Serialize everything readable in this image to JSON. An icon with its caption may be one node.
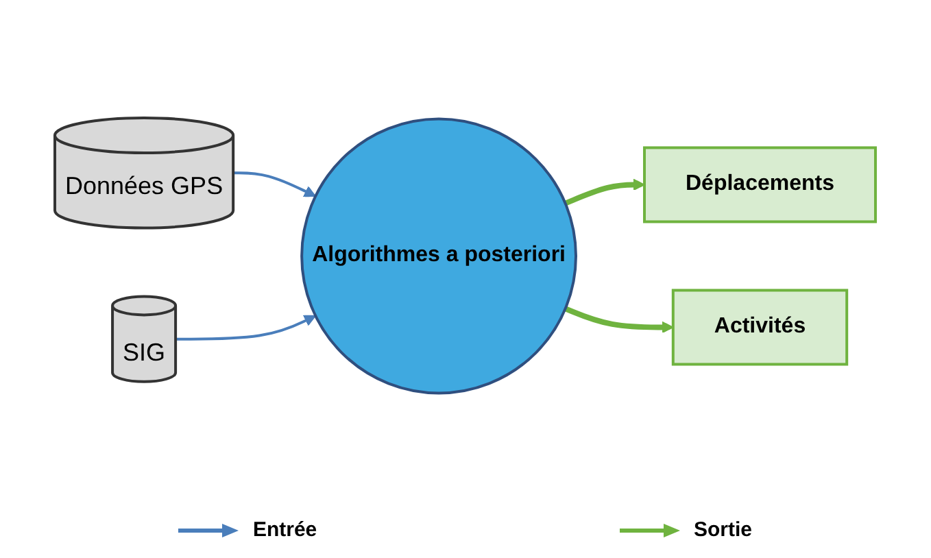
{
  "diagram": {
    "nodes": [
      {
        "text": [
          "Données GPS"
        ]
      },
      {
        "text": [
          "Algorithmes a posteriori"
        ]
      },
      {
        "text": [
          "Déplacements"
        ]
      },
      {
        "text": [
          "Activités"
        ]
      },
      {
        "text": [
          "SIG"
        ]
      }
    ],
    "edges": [
      {
        "from": 0,
        "to": 1,
        "arrow": "to",
        "color": "#4a7ebb"
      },
      {
        "from": 4,
        "to": 1,
        "arrow": "to",
        "color": "#4a7ebb"
      },
      {
        "from": 1,
        "to": 2,
        "arrow": "to",
        "style": "thick",
        "color": "#6fb33f"
      },
      {
        "from": 1,
        "to": 3,
        "arrow": "to",
        "style": "thick",
        "color": "#6fb33f"
      }
    ],
    "legend": [
      {
        "text": "Entrée"
      },
      {
        "text": "Sortie"
      }
    ]
  }
}
